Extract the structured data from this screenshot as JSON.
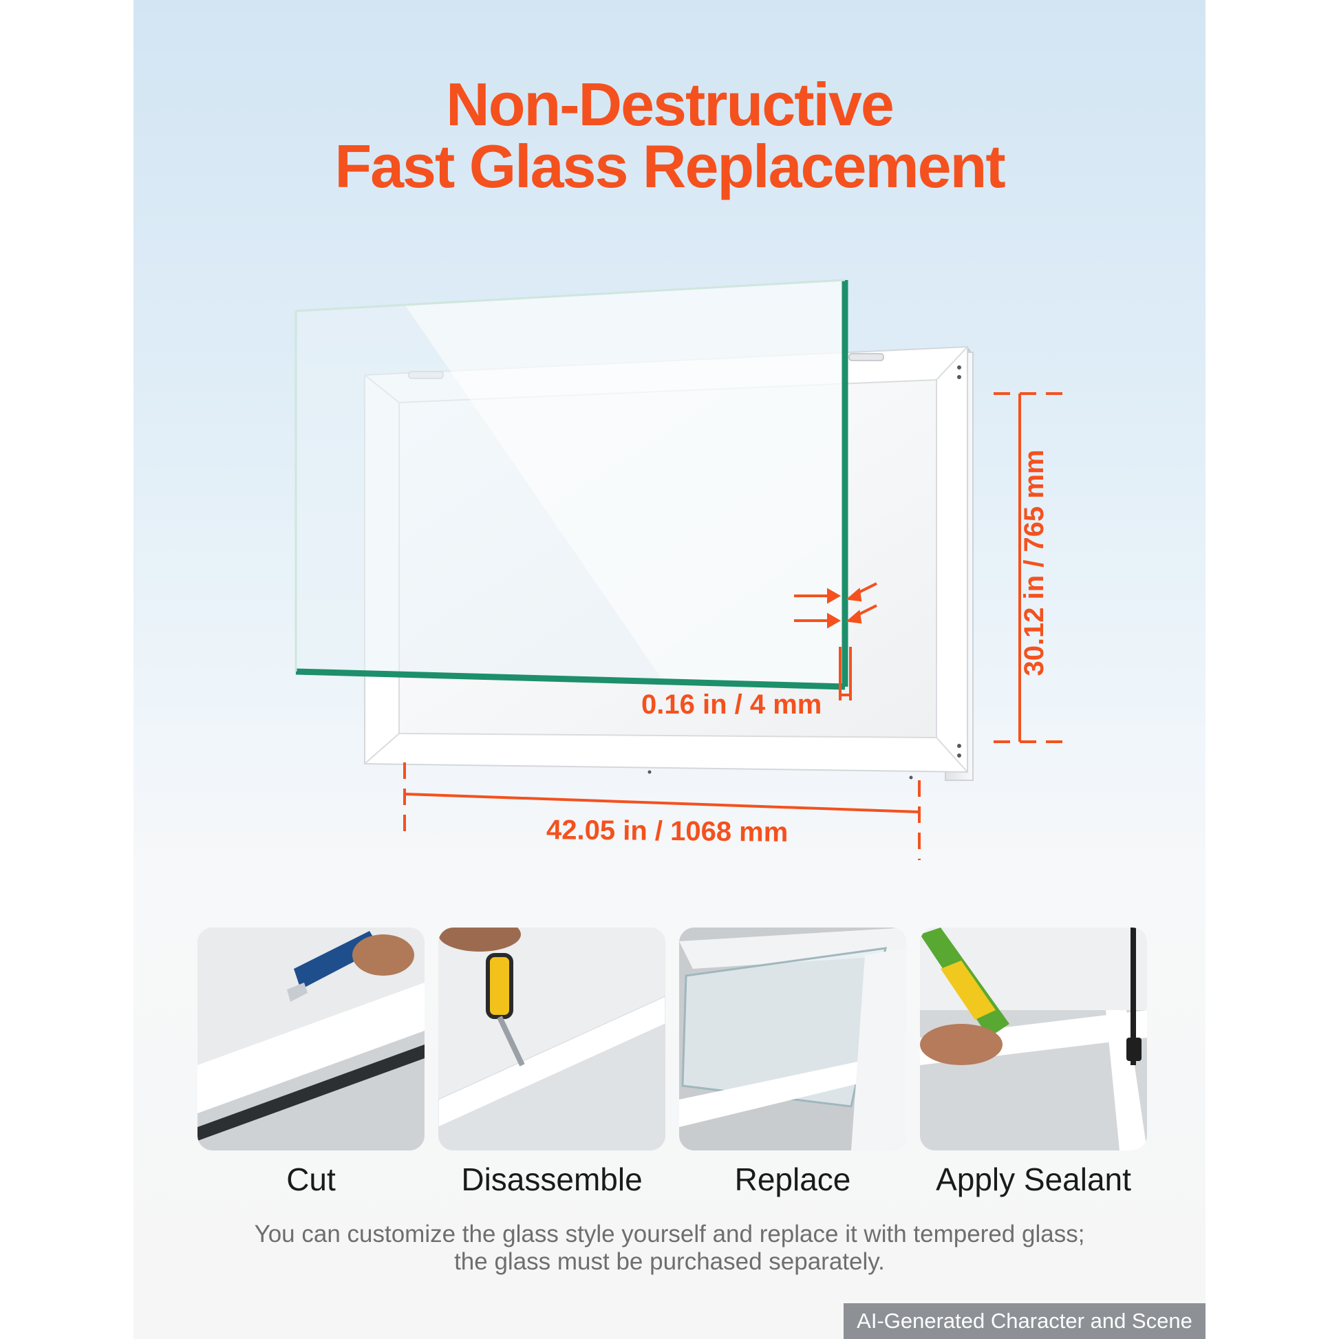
{
  "title": {
    "line1": "Non-Destructive",
    "line2": "Fast Glass Replacement"
  },
  "dimensions": {
    "glass_thickness": "0.16 in / 4 mm",
    "height": "30.12 in / 765 mm",
    "width": "42.05 in / 1068 mm"
  },
  "steps": [
    {
      "label": "Cut",
      "icon": "utility-knife-icon"
    },
    {
      "label": "Disassemble",
      "icon": "screwdriver-icon"
    },
    {
      "label": "Replace",
      "icon": "glass-pane-icon"
    },
    {
      "label": "Apply Sealant",
      "icon": "caulk-gun-icon"
    }
  ],
  "footnote": {
    "line1": "You can customize the glass style yourself and replace it with tempered glass;",
    "line2": "the glass must be purchased separately."
  },
  "badge": "AI-Generated Character and Scene",
  "colors": {
    "accent": "#f4511e",
    "glass_edge": "#1d8f6a",
    "frame": "#ffffff"
  }
}
